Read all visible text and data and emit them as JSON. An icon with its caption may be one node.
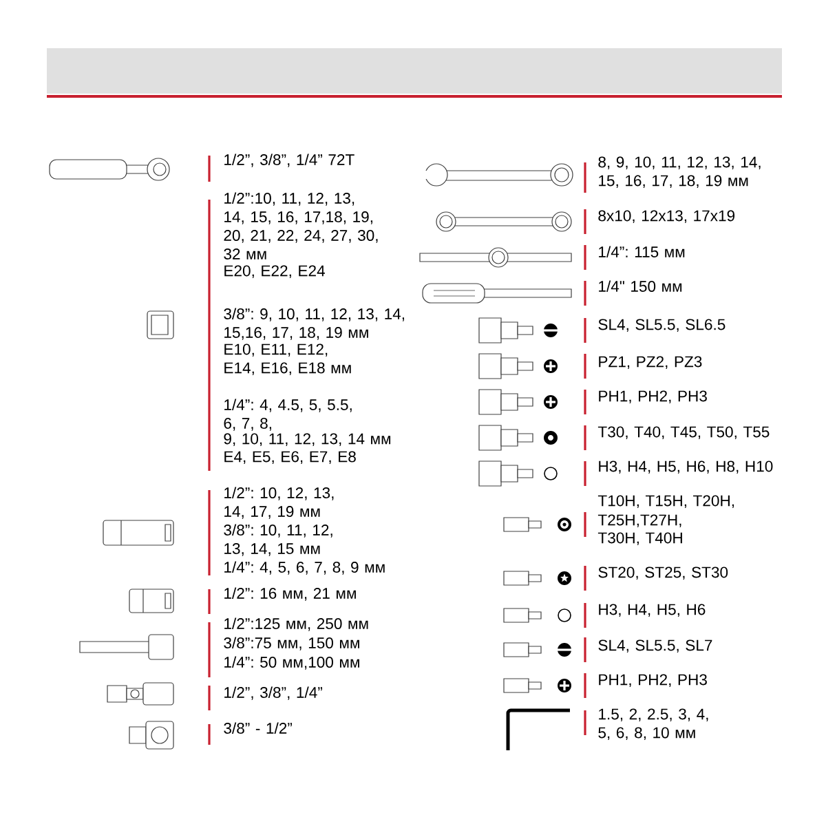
{
  "diagram": {
    "labels": [
      "1/2”, 3/8”, 1/4” 72T",
      "1/2”:10, 11, 12, 13, 14, 15, 16, 17,18, 19, 20, 21, 22, 24, 27, 30, 32 мм",
      "E20, E22, E24",
      "3/8”: 9, 10, 11, 12, 13, 14, 15,16, 17, 18, 19 мм",
      "E10, E11, E12, E14, E16, E18 мм",
      "1/4”: 4, 4.5, 5, 5.5, 6, 7, 8,",
      "9, 10, 11, 12, 13, 14 мм",
      "E4, E5, E6, E7, E8",
      "1/2”: 10, 12, 13, 14, 17, 19 мм",
      "3/8”: 10, 11, 12, 13, 14, 15 мм",
      "1/4”: 4, 5, 6, 7, 8, 9 мм",
      "1/2”: 16 мм, 21 мм",
      "1/2”:125 мм, 250 мм",
      "3/8”:75 мм, 150 мм",
      "1/4”: 50 мм,100 мм",
      "1/2”, 3/8”, 1/4”",
      "3/8” - 1/2”",
      "8, 9, 10, 11, 12, 13, 14, 15, 16, 17, 18, 19 мм",
      "8x10, 12x13, 17x19",
      "1/4”: 115 мм",
      "1/4\" 150 мм",
      "SL4, SL5.5, SL6.5",
      "PZ1, PZ2, PZ3",
      "PH1, PH2, PH3",
      "T30, T40, T45, T50, T55",
      "H3, H4, H5, H6, H8, H10",
      "T10H, T15H, T20H,",
      "T25H,T27H,",
      "T30H, T40H",
      "ST20, ST25, ST30",
      "H3, H4, H5, H6",
      "SL4, SL5.5, SL7",
      "PH1, PH2, PH3",
      "1.5, 2, 2.5, 3, 4, 5, 6, 8, 10 мм"
    ]
  }
}
